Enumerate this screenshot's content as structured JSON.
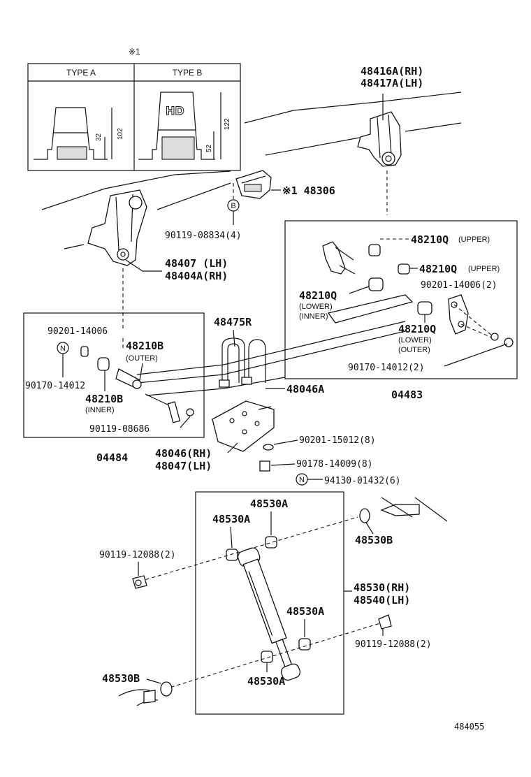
{
  "typebox": {
    "marker": "※1",
    "type_a": "TYPE A",
    "type_b": "TYPE B",
    "hd": "HD",
    "dims_a": [
      "32",
      "102"
    ],
    "dims_b": [
      "52",
      "122"
    ]
  },
  "labels": {
    "p48416A": "48416A(RH)",
    "p48417A": "48417A(LH)",
    "p48306": "※1 48306",
    "p90119_08834": "90119-08834(4)",
    "p48407": "48407 (LH)",
    "p48404A": "48404A(RH)",
    "p48210Q_u1": "48210Q",
    "upper1": "(UPPER)",
    "p48210Q_u2": "48210Q",
    "upper2": "(UPPER)",
    "p90201_14006_2": "90201-14006(2)",
    "p48210Q_li": "48210Q",
    "lower_li": "(LOWER)",
    "inner_li": "(INNER)",
    "p48210Q_lo": "48210Q",
    "lower_lo": "(LOWER)",
    "outer_lo": "(OUTER)",
    "p90170_14012_2": "90170-14012(2)",
    "p04483": "04483",
    "p48475R": "48475R",
    "p48046A": "48046A",
    "p90201_14006": "90201-14006",
    "p48210B_o": "48210B",
    "outer_b": "(OUTER)",
    "p90170_14012": "90170-14012",
    "p48210B_i": "48210B",
    "inner_b": "(INNER)",
    "p90119_08686": "90119-08686",
    "p04484": "04484",
    "p48046": "48046(RH)",
    "p48047": "48047(LH)",
    "p90201_15012": "90201-15012(8)",
    "p90178_14009": "90178-14009(8)",
    "p94130_01432": "94130-01432(6)",
    "p48530A_1": "48530A",
    "p48530A_2": "48530A",
    "p48530B_r": "48530B",
    "p90119_12088_l": "90119-12088(2)",
    "p48530": "48530(RH)",
    "p48540": "48540(LH)",
    "p48530A_3": "48530A",
    "p90119_12088_r": "90119-12088(2)",
    "p48530B_l": "48530B",
    "p48530A_4": "48530A",
    "figure_id": "484055"
  },
  "markers": {
    "b": "B",
    "n1": "N",
    "n2": "N"
  }
}
